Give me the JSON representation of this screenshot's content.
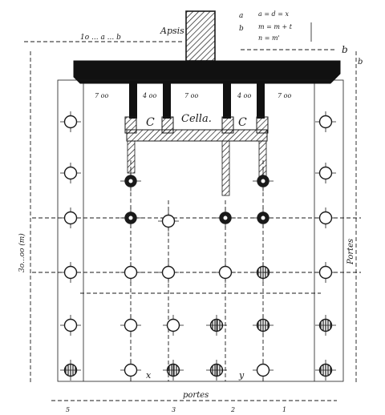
{
  "plan": {
    "labels": {
      "apsis": "Apsis",
      "cella": "Cella.",
      "c_left": "C",
      "c_right": "C",
      "portico_bottom": "portes",
      "portico_right": "Portes",
      "side_left": "3o...oo (m)",
      "top_dim": "1o ... a ... b",
      "bay_1": "7 oo",
      "bay_2": "4 oo",
      "bay_3": "7 oo",
      "bay_4": "4 oo",
      "bay_5": "7 oo",
      "x_mark": "x",
      "y_mark": "y",
      "b_top": "b",
      "b_side": "b",
      "legend_a": "a",
      "legend_b": "b",
      "legend_line1": "a = d = x",
      "legend_line2": "m = m + t",
      "legend_line3": "n = m'",
      "bottom_5": "5",
      "bottom_3": "3",
      "bottom_2": "2",
      "bottom_1": "1"
    }
  }
}
